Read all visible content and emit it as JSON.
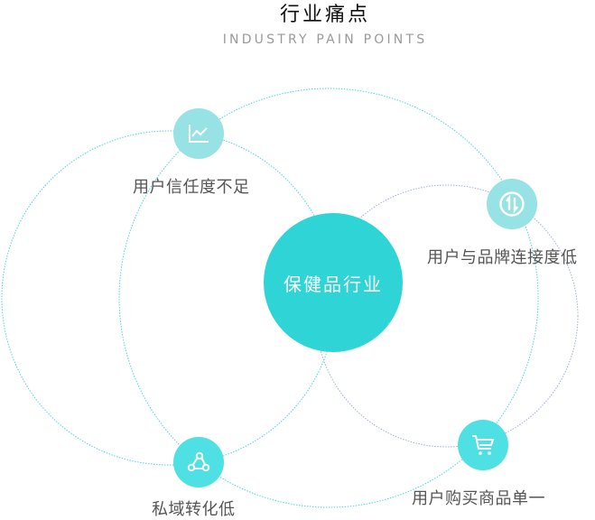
{
  "header": {
    "title": "行业痛点",
    "subtitle": "INDUSTRY PAIN POINTS"
  },
  "center": {
    "label": "保健品行业",
    "color": "#2ed4d6"
  },
  "pain_points": [
    {
      "label": "用户信任度不足",
      "icon": "line-chart-icon",
      "color": "#96e2e4"
    },
    {
      "label": "用户与品牌连接度低",
      "icon": "swap-arrows-icon",
      "color": "#96e2e4"
    },
    {
      "label": "用户购买商品单一",
      "icon": "shopping-cart-icon",
      "color": "#4ee0e2"
    },
    {
      "label": "私域转化低",
      "icon": "share-network-icon",
      "color": "#4ee0e2"
    }
  ],
  "colors": {
    "ring_cyan": "#4fd6da",
    "ring_gray": "#9fb0d4"
  }
}
